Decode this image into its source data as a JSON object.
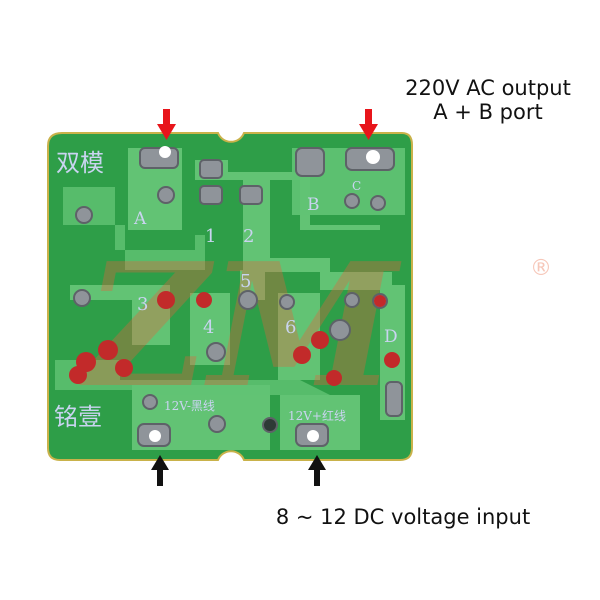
{
  "captions": {
    "output_line1": "220V AC output",
    "output_line2": "A + B port",
    "input": "8 ~ 12 DC voltage input"
  },
  "board": {
    "silkscreen_top_left": "双模",
    "silkscreen_bottom_left": "铭壹",
    "negative_label": "12V-黑线",
    "positive_label": "12V+红线",
    "pads": [
      "A",
      "B",
      "C",
      "D",
      "1",
      "2",
      "3",
      "4",
      "5",
      "6"
    ]
  },
  "watermark": {
    "text": "ZM",
    "mark": "®"
  },
  "colors": {
    "board": "#2e9e48",
    "trace": "#62c374",
    "output_arrow": "#e8151b",
    "input_arrow": "#111111"
  },
  "arrows": {
    "output": "red-down-arrow",
    "input": "black-up-arrow"
  }
}
